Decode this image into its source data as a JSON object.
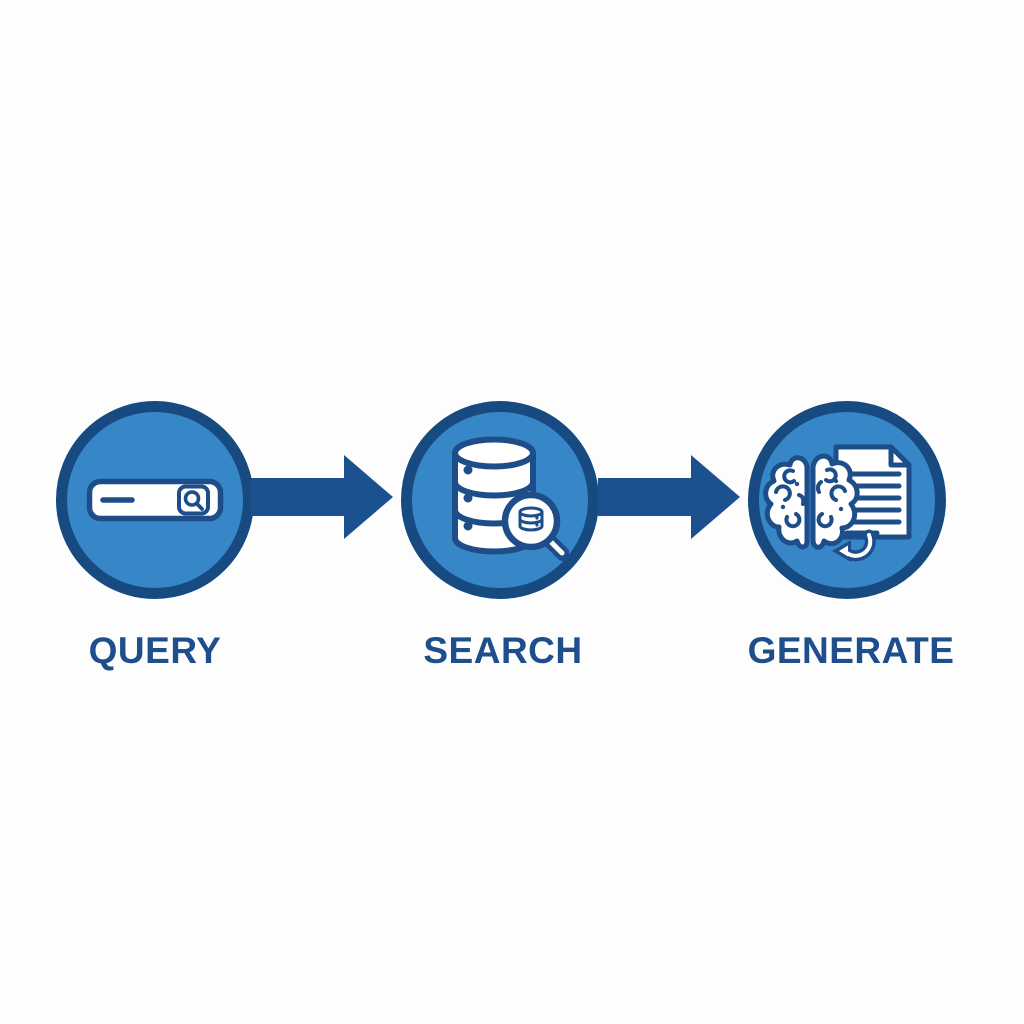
{
  "diagram": {
    "type": "flow",
    "direction": "left-to-right",
    "steps": [
      {
        "label": "QUERY",
        "icon": "search-bar-icon"
      },
      {
        "label": "SEARCH",
        "icon": "database-search-icon"
      },
      {
        "label": "GENERATE",
        "icon": "brain-document-icon"
      }
    ],
    "connectors": [
      {
        "from": "QUERY",
        "to": "SEARCH",
        "shape": "solid-right-arrow"
      },
      {
        "from": "SEARCH",
        "to": "GENERATE",
        "shape": "solid-right-arrow"
      }
    ]
  },
  "colors": {
    "ink": "#1d4e89",
    "ring": "#174a80",
    "circle": "#3787c8",
    "arrow": "#1c5190",
    "label": "#1e4f8c",
    "bg": "#fdfdfe",
    "white": "#ffffff"
  }
}
